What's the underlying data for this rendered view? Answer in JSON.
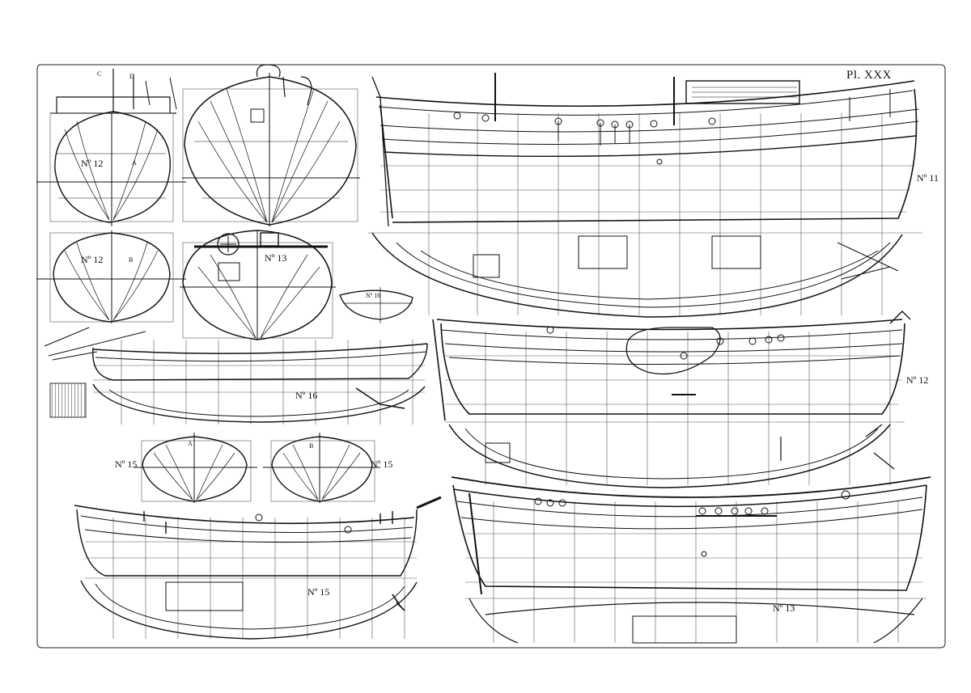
{
  "plate": {
    "title": "Pl. XXX"
  },
  "drawings": {
    "no11": {
      "label": "Nº 11"
    },
    "no12": {
      "label": "Nº 12"
    },
    "no12_body_a": {
      "label": "Nº 12",
      "station": "A"
    },
    "no12_body_b": {
      "label": "Nº 12",
      "station": "B"
    },
    "no12_top_letters": [
      "C",
      "D"
    ],
    "no13": {
      "label": "Nº 13"
    },
    "no13_body": {
      "label": "Nº 13"
    },
    "no15": {
      "label": "Nº 15"
    },
    "no15_body_a": {
      "label": "Nº 15",
      "station": "A"
    },
    "no15_body_b": {
      "label": "Nº 15",
      "station": "B"
    },
    "no16": {
      "label": "Nº 16"
    },
    "no16_body": {
      "label": "Nº 16"
    }
  }
}
